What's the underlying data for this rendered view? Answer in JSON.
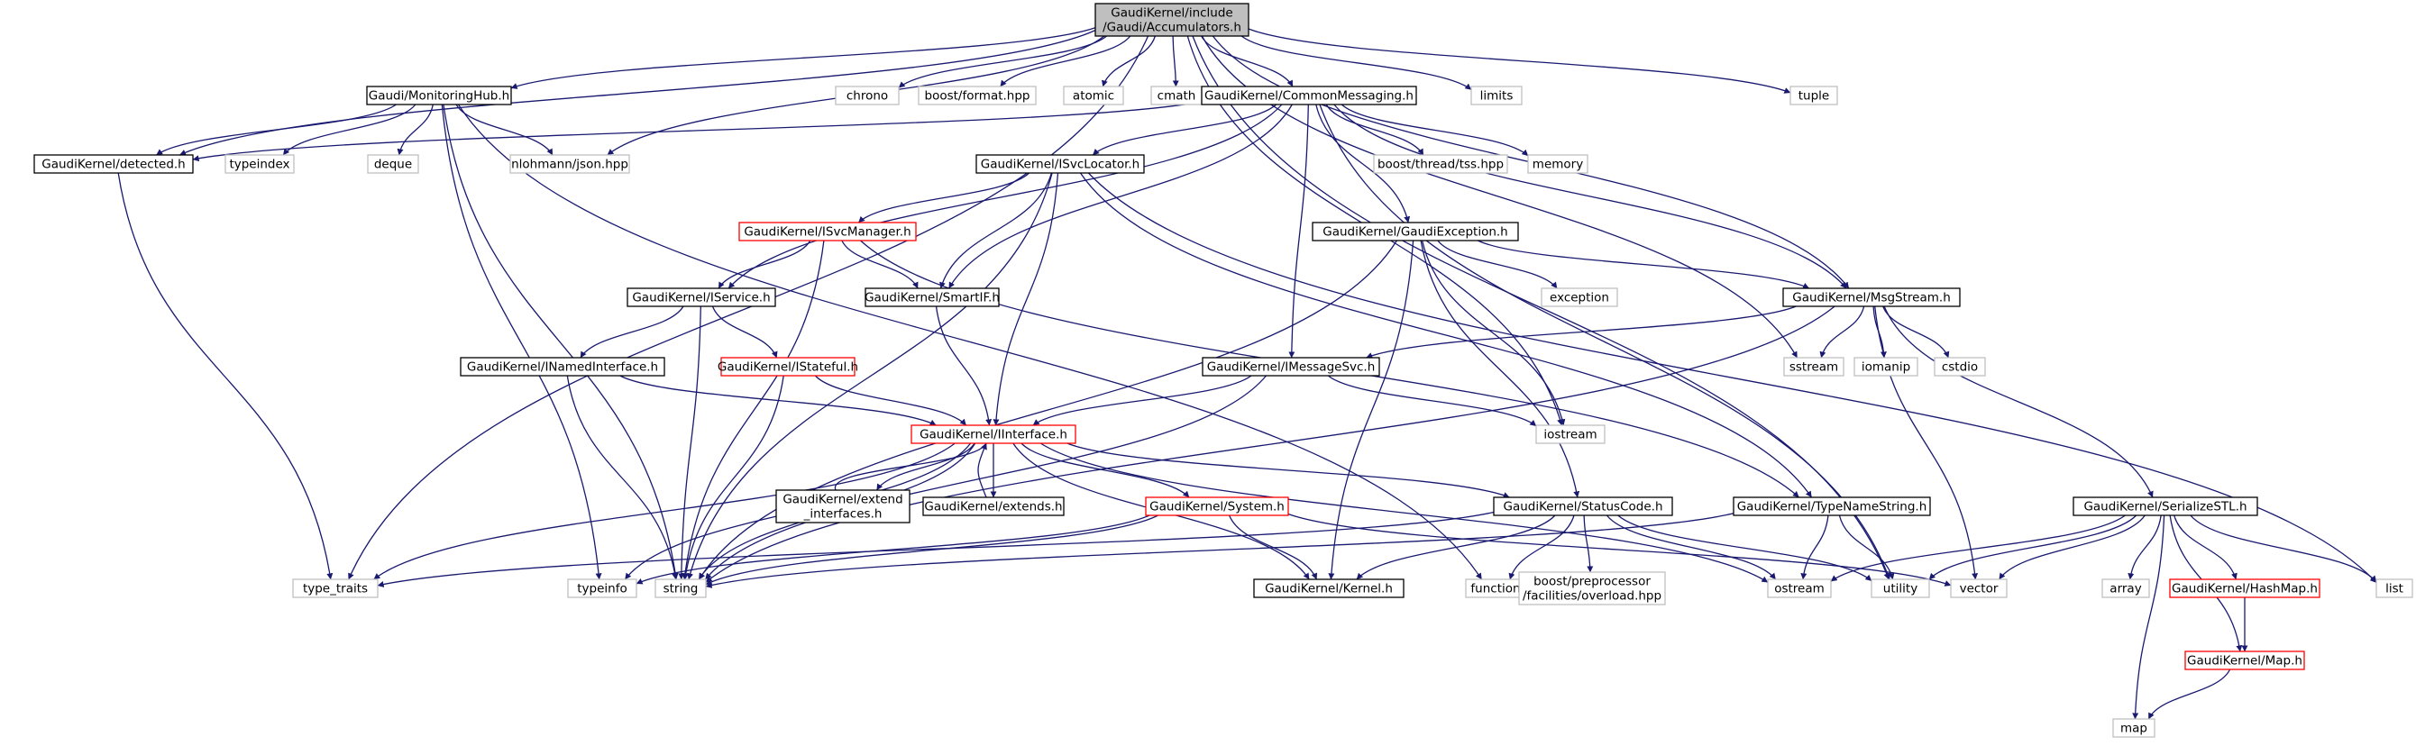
{
  "colors": {
    "edge": "#191970",
    "root_fill": "#bfbfbf",
    "normal_border": "#000000",
    "truncated_border": "#ff0000",
    "external_border": "#bfbfbf",
    "text": "#000000"
  },
  "nodes": {
    "accumulators": {
      "lines": [
        "GaudiKernel/include",
        "/Gaudi/Accumulators.h"
      ],
      "kind": "root"
    },
    "monitoringhub": {
      "lines": [
        "Gaudi/MonitoringHub.h"
      ],
      "kind": "normal"
    },
    "chrono": {
      "lines": [
        "chrono"
      ],
      "kind": "external"
    },
    "boostformat": {
      "lines": [
        "boost/format.hpp"
      ],
      "kind": "external"
    },
    "atomic": {
      "lines": [
        "atomic"
      ],
      "kind": "external"
    },
    "cmath": {
      "lines": [
        "cmath"
      ],
      "kind": "external"
    },
    "commonmessaging": {
      "lines": [
        "GaudiKernel/CommonMessaging.h"
      ],
      "kind": "normal"
    },
    "limits": {
      "lines": [
        "limits"
      ],
      "kind": "external"
    },
    "tuple": {
      "lines": [
        "tuple"
      ],
      "kind": "external"
    },
    "detected": {
      "lines": [
        "GaudiKernel/detected.h"
      ],
      "kind": "normal"
    },
    "typeindex": {
      "lines": [
        "typeindex"
      ],
      "kind": "external"
    },
    "deque": {
      "lines": [
        "deque"
      ],
      "kind": "external"
    },
    "json": {
      "lines": [
        "nlohmann/json.hpp"
      ],
      "kind": "external"
    },
    "isvclocator": {
      "lines": [
        "GaudiKernel/ISvcLocator.h"
      ],
      "kind": "normal"
    },
    "tss": {
      "lines": [
        "boost/thread/tss.hpp"
      ],
      "kind": "external"
    },
    "memory": {
      "lines": [
        "memory"
      ],
      "kind": "external"
    },
    "isvcmanager": {
      "lines": [
        "GaudiKernel/ISvcManager.h"
      ],
      "kind": "truncated"
    },
    "gaudiexception": {
      "lines": [
        "GaudiKernel/GaudiException.h"
      ],
      "kind": "normal"
    },
    "iservice": {
      "lines": [
        "GaudiKernel/IService.h"
      ],
      "kind": "normal"
    },
    "smartif": {
      "lines": [
        "GaudiKernel/SmartIF.h"
      ],
      "kind": "normal"
    },
    "exception": {
      "lines": [
        "exception"
      ],
      "kind": "external"
    },
    "msgstream": {
      "lines": [
        "GaudiKernel/MsgStream.h"
      ],
      "kind": "normal"
    },
    "inamedinterface": {
      "lines": [
        "GaudiKernel/INamedInterface.h"
      ],
      "kind": "normal"
    },
    "istateful": {
      "lines": [
        "GaudiKernel/IStateful.h"
      ],
      "kind": "truncated"
    },
    "imessagesvc": {
      "lines": [
        "GaudiKernel/IMessageSvc.h"
      ],
      "kind": "normal"
    },
    "sstream": {
      "lines": [
        "sstream"
      ],
      "kind": "external"
    },
    "iomanip": {
      "lines": [
        "iomanip"
      ],
      "kind": "external"
    },
    "cstdio": {
      "lines": [
        "cstdio"
      ],
      "kind": "external"
    },
    "iinterface": {
      "lines": [
        "GaudiKernel/IInterface.h"
      ],
      "kind": "truncated"
    },
    "iostream": {
      "lines": [
        "iostream"
      ],
      "kind": "external"
    },
    "extendinterfaces": {
      "lines": [
        "GaudiKernel/extend",
        "_interfaces.h"
      ],
      "kind": "normal"
    },
    "extends": {
      "lines": [
        "GaudiKernel/extends.h"
      ],
      "kind": "normal"
    },
    "system": {
      "lines": [
        "GaudiKernel/System.h"
      ],
      "kind": "truncated"
    },
    "statuscode": {
      "lines": [
        "GaudiKernel/StatusCode.h"
      ],
      "kind": "normal"
    },
    "typenamestring": {
      "lines": [
        "GaudiKernel/TypeNameString.h"
      ],
      "kind": "normal"
    },
    "serializestl": {
      "lines": [
        "GaudiKernel/SerializeSTL.h"
      ],
      "kind": "normal"
    },
    "typetraits": {
      "lines": [
        "type_traits"
      ],
      "kind": "external"
    },
    "typeinfo": {
      "lines": [
        "typeinfo"
      ],
      "kind": "external"
    },
    "string": {
      "lines": [
        "string"
      ],
      "kind": "external"
    },
    "kernel": {
      "lines": [
        "GaudiKernel/Kernel.h"
      ],
      "kind": "normal"
    },
    "functional": {
      "lines": [
        "functional"
      ],
      "kind": "external"
    },
    "overload": {
      "lines": [
        "boost/preprocessor",
        "/facilities/overload.hpp"
      ],
      "kind": "external"
    },
    "ostream": {
      "lines": [
        "ostream"
      ],
      "kind": "external"
    },
    "utility": {
      "lines": [
        "utility"
      ],
      "kind": "external"
    },
    "vector": {
      "lines": [
        "vector"
      ],
      "kind": "external"
    },
    "array": {
      "lines": [
        "array"
      ],
      "kind": "external"
    },
    "hashmap": {
      "lines": [
        "GaudiKernel/HashMap.h"
      ],
      "kind": "truncated"
    },
    "list": {
      "lines": [
        "list"
      ],
      "kind": "external"
    },
    "map": {
      "lines": [
        "GaudiKernel/Map.h"
      ],
      "kind": "truncated"
    },
    "mapstd": {
      "lines": [
        "map"
      ],
      "kind": "external"
    }
  },
  "edges": [
    [
      "accumulators",
      "monitoringhub"
    ],
    [
      "accumulators",
      "chrono"
    ],
    [
      "accumulators",
      "boostformat"
    ],
    [
      "accumulators",
      "atomic"
    ],
    [
      "accumulators",
      "cmath"
    ],
    [
      "accumulators",
      "commonmessaging"
    ],
    [
      "accumulators",
      "limits"
    ],
    [
      "accumulators",
      "tuple"
    ],
    [
      "accumulators",
      "detected"
    ],
    [
      "accumulators",
      "json"
    ],
    [
      "accumulators",
      "msgstream"
    ],
    [
      "accumulators",
      "sstream"
    ],
    [
      "accumulators",
      "iostream"
    ],
    [
      "accumulators",
      "utility"
    ],
    [
      "accumulators",
      "typetraits"
    ],
    [
      "monitoringhub",
      "detected"
    ],
    [
      "monitoringhub",
      "typeindex"
    ],
    [
      "monitoringhub",
      "deque"
    ],
    [
      "monitoringhub",
      "json"
    ],
    [
      "monitoringhub",
      "typeinfo"
    ],
    [
      "monitoringhub",
      "string"
    ],
    [
      "monitoringhub",
      "functional"
    ],
    [
      "commonmessaging",
      "detected"
    ],
    [
      "commonmessaging",
      "isvclocator"
    ],
    [
      "commonmessaging",
      "tss"
    ],
    [
      "commonmessaging",
      "memory"
    ],
    [
      "commonmessaging",
      "gaudiexception"
    ],
    [
      "commonmessaging",
      "msgstream"
    ],
    [
      "commonmessaging",
      "imessagesvc"
    ],
    [
      "commonmessaging",
      "iservice"
    ],
    [
      "commonmessaging",
      "smartif"
    ],
    [
      "commonmessaging",
      "utility"
    ],
    [
      "detected",
      "typetraits"
    ],
    [
      "isvclocator",
      "isvcmanager"
    ],
    [
      "isvclocator",
      "smartif"
    ],
    [
      "isvclocator",
      "iinterface"
    ],
    [
      "isvclocator",
      "string"
    ],
    [
      "isvclocator",
      "list"
    ],
    [
      "isvclocator",
      "typenamestring"
    ],
    [
      "isvcmanager",
      "iservice"
    ],
    [
      "isvcmanager",
      "smartif"
    ],
    [
      "isvcmanager",
      "string"
    ],
    [
      "isvcmanager",
      "typenamestring"
    ],
    [
      "gaudiexception",
      "exception"
    ],
    [
      "gaudiexception",
      "msgstream"
    ],
    [
      "gaudiexception",
      "statuscode"
    ],
    [
      "gaudiexception",
      "kernel"
    ],
    [
      "gaudiexception",
      "iostream"
    ],
    [
      "gaudiexception",
      "string"
    ],
    [
      "iservice",
      "inamedinterface"
    ],
    [
      "iservice",
      "istateful"
    ],
    [
      "iservice",
      "string"
    ],
    [
      "smartif",
      "iinterface"
    ],
    [
      "msgstream",
      "imessagesvc"
    ],
    [
      "msgstream",
      "sstream"
    ],
    [
      "msgstream",
      "iomanip"
    ],
    [
      "msgstream",
      "cstdio"
    ],
    [
      "msgstream",
      "serializestl"
    ],
    [
      "msgstream",
      "string"
    ],
    [
      "msgstream",
      "vector"
    ],
    [
      "inamedinterface",
      "iinterface"
    ],
    [
      "inamedinterface",
      "string"
    ],
    [
      "istateful",
      "iinterface"
    ],
    [
      "istateful",
      "string"
    ],
    [
      "imessagesvc",
      "iinterface"
    ],
    [
      "imessagesvc",
      "string"
    ],
    [
      "imessagesvc",
      "iostream"
    ],
    [
      "iinterface",
      "extendinterfaces"
    ],
    [
      "iinterface",
      "extends"
    ],
    [
      "iinterface",
      "system"
    ],
    [
      "iinterface",
      "statuscode"
    ],
    [
      "iinterface",
      "kernel"
    ],
    [
      "iinterface",
      "typetraits"
    ],
    [
      "iinterface",
      "typeinfo"
    ],
    [
      "iinterface",
      "string"
    ],
    [
      "iinterface",
      "ostream"
    ],
    [
      "extendinterfaces",
      "iinterface"
    ],
    [
      "extends",
      "iinterface"
    ],
    [
      "system",
      "kernel"
    ],
    [
      "system",
      "string"
    ],
    [
      "system",
      "typeinfo"
    ],
    [
      "system",
      "vector"
    ],
    [
      "statuscode",
      "kernel"
    ],
    [
      "statuscode",
      "functional"
    ],
    [
      "statuscode",
      "overload"
    ],
    [
      "statuscode",
      "ostream"
    ],
    [
      "statuscode",
      "utility"
    ],
    [
      "statuscode",
      "typetraits"
    ],
    [
      "typenamestring",
      "string"
    ],
    [
      "typenamestring",
      "ostream"
    ],
    [
      "typenamestring",
      "utility"
    ],
    [
      "serializestl",
      "ostream"
    ],
    [
      "serializestl",
      "utility"
    ],
    [
      "serializestl",
      "vector"
    ],
    [
      "serializestl",
      "array"
    ],
    [
      "serializestl",
      "hashmap"
    ],
    [
      "serializestl",
      "list"
    ],
    [
      "serializestl",
      "map"
    ],
    [
      "serializestl",
      "mapstd"
    ],
    [
      "hashmap",
      "map"
    ],
    [
      "map",
      "mapstd"
    ]
  ]
}
